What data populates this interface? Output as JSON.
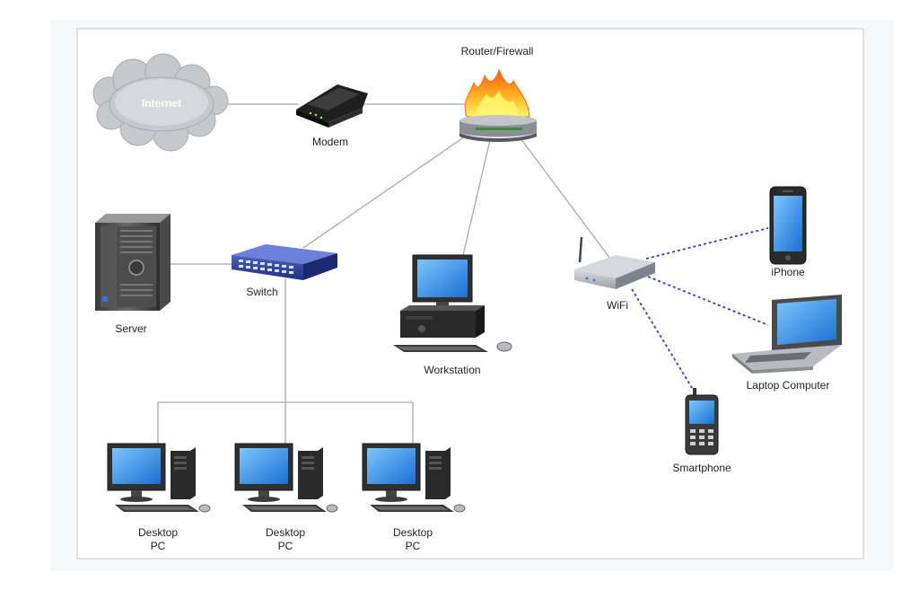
{
  "diagram": {
    "title": "",
    "nodes": {
      "internet": {
        "label": "Internet",
        "icon": "cloud-icon"
      },
      "modem": {
        "label": "Modem",
        "icon": "modem-icon"
      },
      "router": {
        "label": "Router/Firewall",
        "icon": "firewall-router-icon"
      },
      "switch": {
        "label": "Switch",
        "icon": "network-switch-icon"
      },
      "server": {
        "label": "Server",
        "icon": "server-tower-icon"
      },
      "workstation": {
        "label": "Workstation",
        "icon": "workstation-computer-icon"
      },
      "wifi": {
        "label": "WiFi",
        "icon": "wifi-access-point-icon"
      },
      "iphone": {
        "label": "iPhone",
        "icon": "iphone-icon"
      },
      "laptop": {
        "label": "Laptop Computer",
        "icon": "laptop-icon"
      },
      "smartphone": {
        "label": "Smartphone",
        "icon": "smartphone-icon"
      },
      "pc1": {
        "label_line1": "Desktop",
        "label_line2": "PC",
        "icon": "desktop-pc-icon"
      },
      "pc2": {
        "label_line1": "Desktop",
        "label_line2": "PC",
        "icon": "desktop-pc-icon"
      },
      "pc3": {
        "label_line1": "Desktop",
        "label_line2": "PC",
        "icon": "desktop-pc-icon"
      }
    },
    "links": [
      {
        "from": "Internet",
        "to": "Modem",
        "style": "wired"
      },
      {
        "from": "Modem",
        "to": "Router/Firewall",
        "style": "wired"
      },
      {
        "from": "Router/Firewall",
        "to": "Switch",
        "style": "wired"
      },
      {
        "from": "Router/Firewall",
        "to": "Workstation",
        "style": "wired"
      },
      {
        "from": "Router/Firewall",
        "to": "WiFi",
        "style": "wired"
      },
      {
        "from": "Switch",
        "to": "Server",
        "style": "wired"
      },
      {
        "from": "Switch",
        "to": "Desktop PC",
        "style": "wired"
      },
      {
        "from": "WiFi",
        "to": "iPhone",
        "style": "wireless"
      },
      {
        "from": "WiFi",
        "to": "Laptop Computer",
        "style": "wireless"
      },
      {
        "from": "WiFi",
        "to": "Smartphone",
        "style": "wireless"
      }
    ],
    "colors": {
      "wired": "#a8a8a8",
      "wireless": "#3a3ad0",
      "screen": "#2a8be0",
      "switch_body": "#2b3f9a",
      "flame": "#ff8a1a"
    }
  }
}
